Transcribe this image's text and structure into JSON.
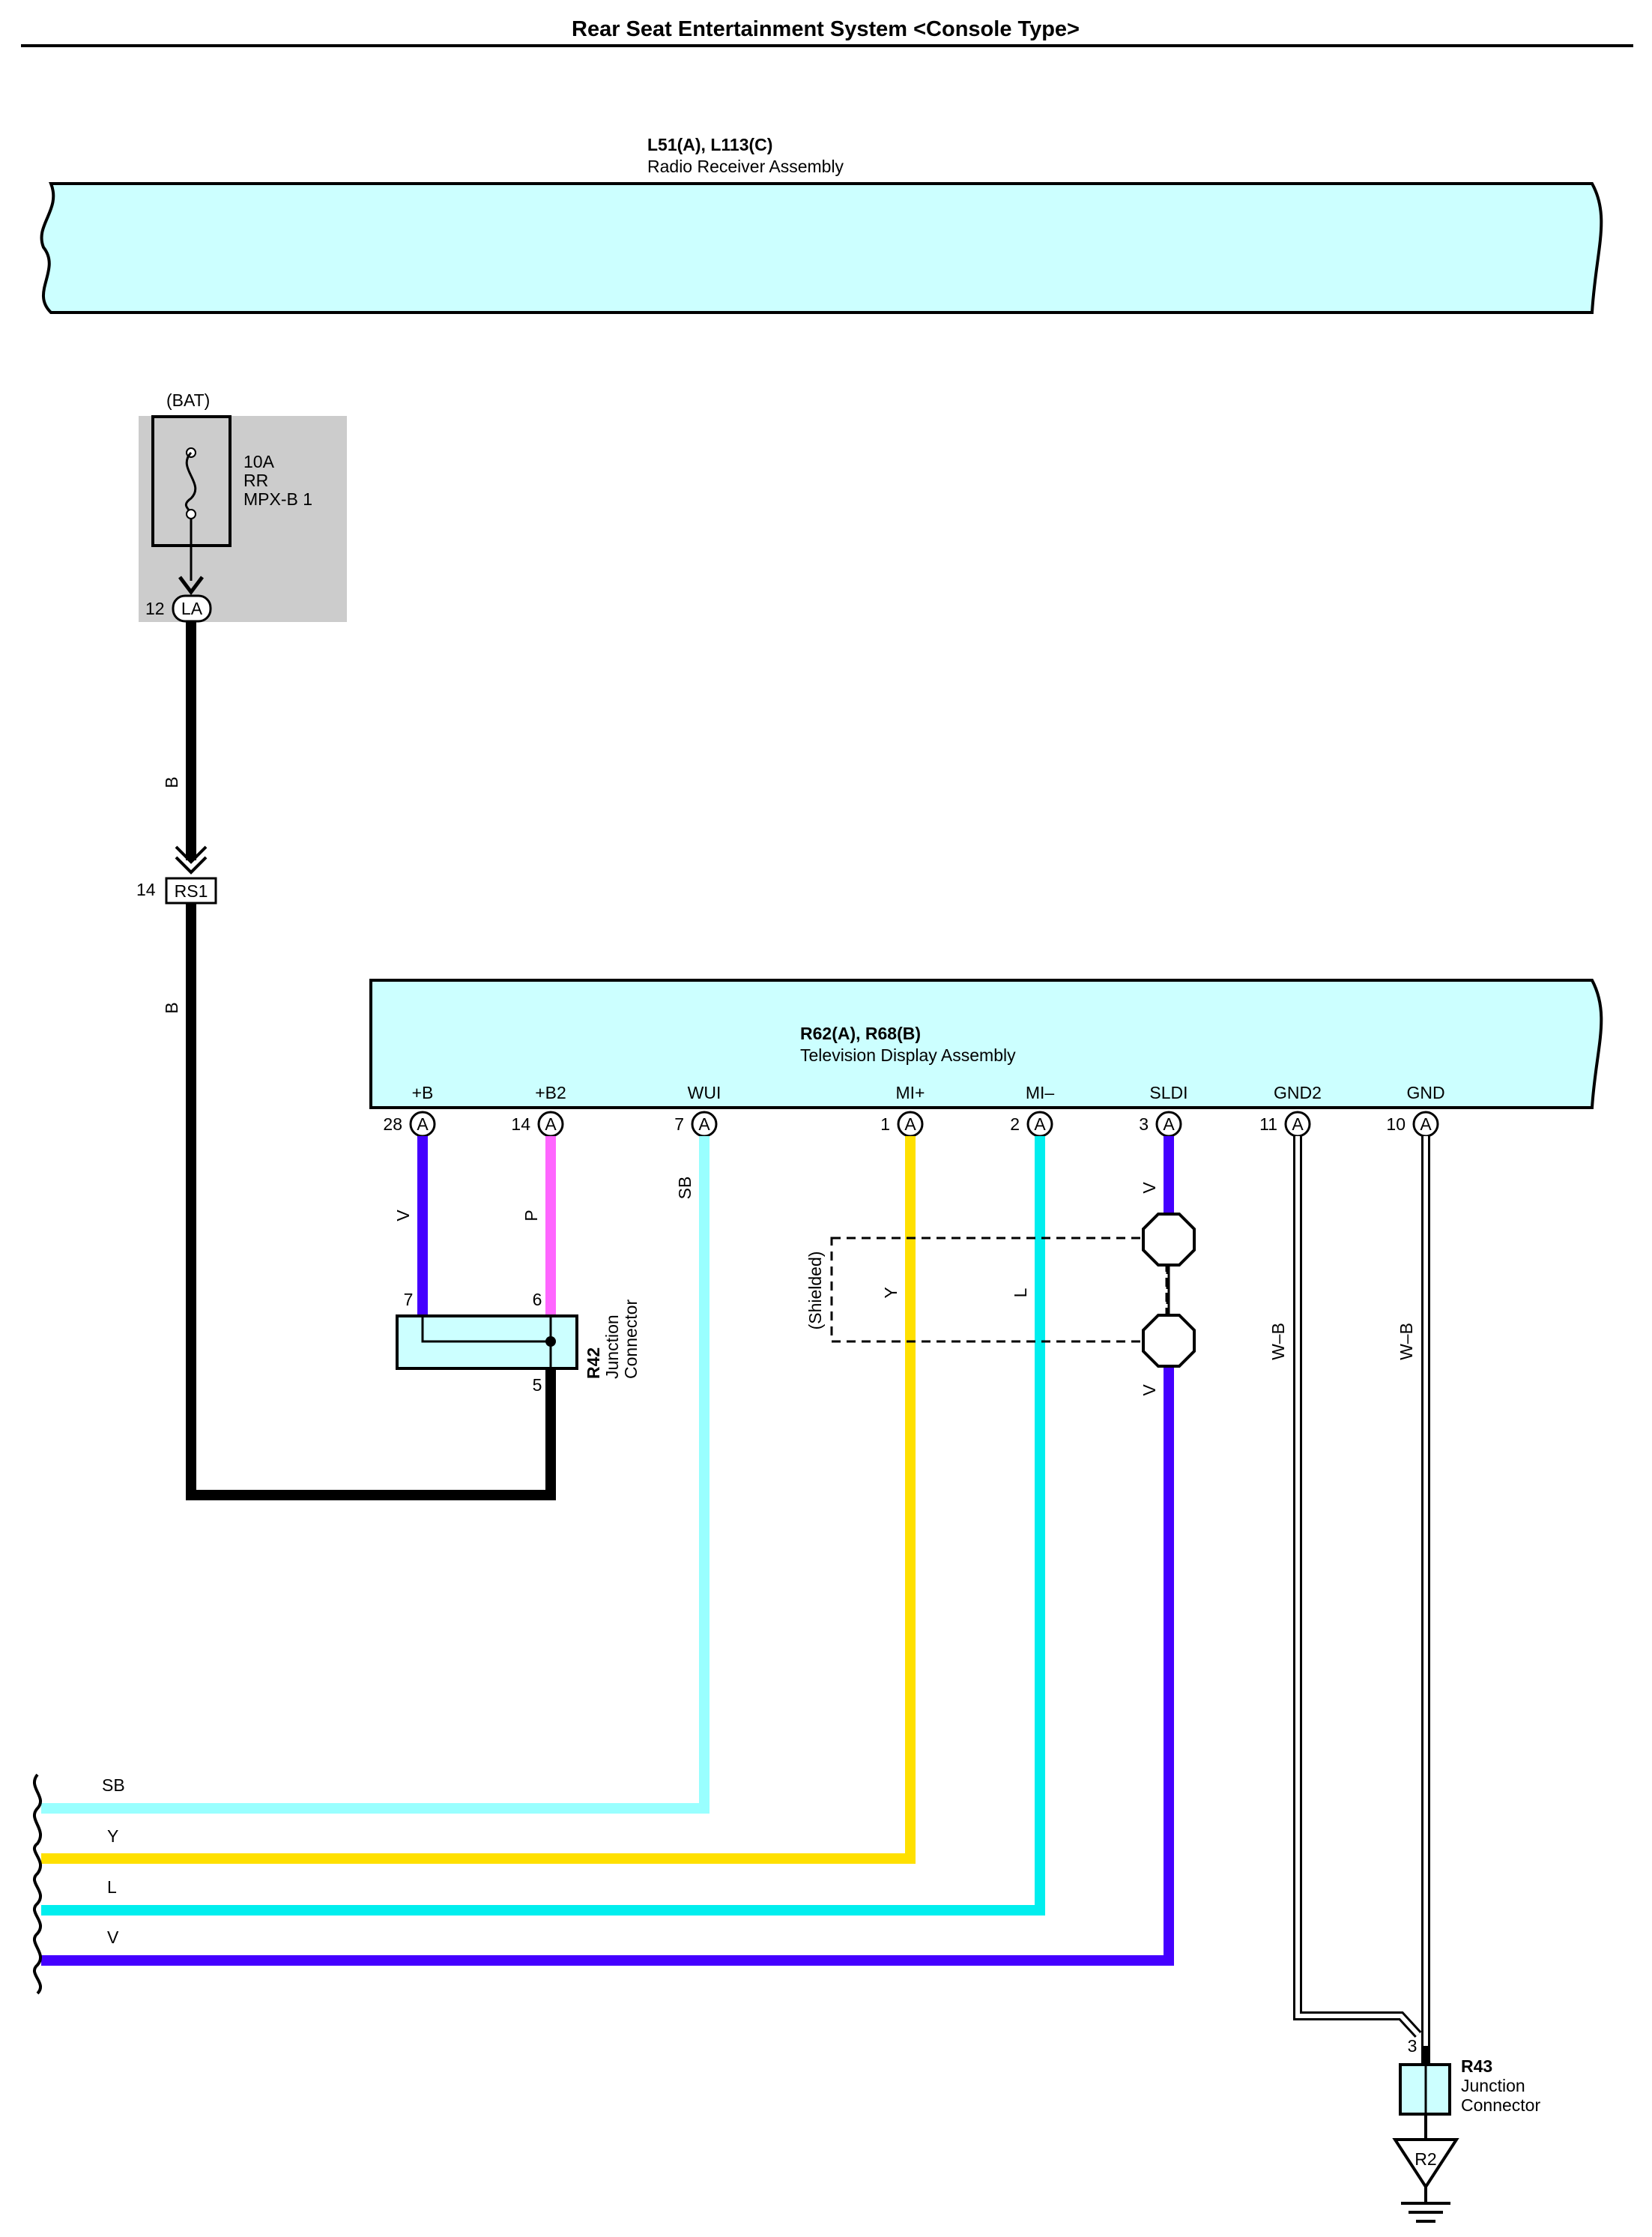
{
  "title": "Rear Seat Entertainment System <Console Type>",
  "colors": {
    "cyan_fill": "#ccffff",
    "fuse_box": "#cccccc",
    "wire_V": "#4400ff",
    "wire_P": "#ff66ff",
    "wire_SB": "#99ffff",
    "wire_Y": "#ffe000",
    "wire_L": "#00eeee",
    "wire_B": "#000000"
  },
  "radio": {
    "id": "L51(A), L113(C)",
    "name": "Radio Receiver Assembly"
  },
  "fuse": {
    "source": "(BAT)",
    "rating": "10A",
    "line2": "RR",
    "name": "MPX-B 1",
    "connector_pin": "12",
    "connector": "LA"
  },
  "rs1": {
    "pin": "14",
    "name": "RS1"
  },
  "tv": {
    "id": "R62(A), R68(B)",
    "name": "Television Display Assembly",
    "pins": [
      {
        "label": "+B",
        "num": "28",
        "conn": "A"
      },
      {
        "label": "+B2",
        "num": "14",
        "conn": "A"
      },
      {
        "label": "WUI",
        "num": "7",
        "conn": "A"
      },
      {
        "label": "MI+",
        "num": "1",
        "conn": "A"
      },
      {
        "label": "MI–",
        "num": "2",
        "conn": "A"
      },
      {
        "label": "SLDI",
        "num": "3",
        "conn": "A"
      },
      {
        "label": "GND2",
        "num": "11",
        "conn": "A"
      },
      {
        "label": "GND",
        "num": "10",
        "conn": "A"
      }
    ]
  },
  "r42": {
    "id": "R42",
    "line1": "Junction",
    "line2": "Connector",
    "pin_v": "7",
    "pin_p": "6",
    "pin_b": "5"
  },
  "r43": {
    "id": "R43",
    "line1": "Junction",
    "line2": "Connector",
    "pin": "3"
  },
  "ground": {
    "label": "R2"
  },
  "shield_label": "(Shielded)",
  "wire_labels": {
    "b_upper": "B",
    "b_lower": "B",
    "v_plusb": "V",
    "p_b2": "P",
    "sb_wui": "SB",
    "y_mi": "Y",
    "l_mi": "L",
    "v_sldi_upper": "V",
    "v_sldi_lower": "V",
    "wb_gnd2": "W–B",
    "wb_gnd": "W–B"
  },
  "offpage": [
    {
      "label": "SB",
      "color": "#99ffff"
    },
    {
      "label": "Y",
      "color": "#ffe000"
    },
    {
      "label": "L",
      "color": "#00eeee"
    },
    {
      "label": "V",
      "color": "#4400ff"
    }
  ]
}
